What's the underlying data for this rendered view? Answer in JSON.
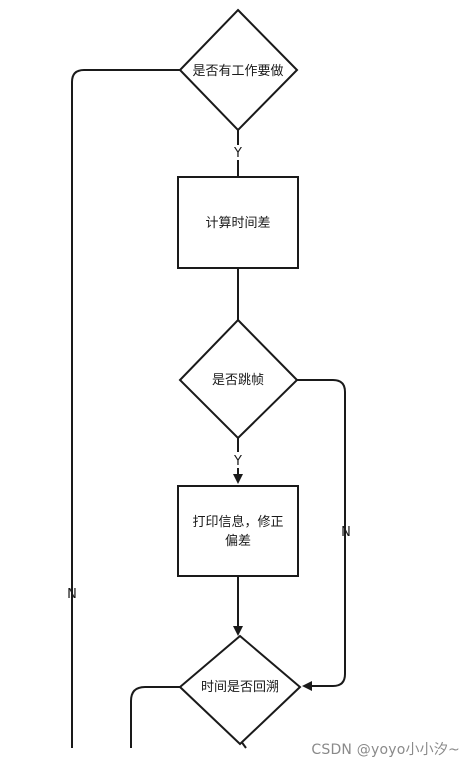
{
  "nodes": {
    "decision_work": "是否有工作要做",
    "process_calc": "计算时间差",
    "decision_skip": "是否跳帧",
    "process_print_line1": "打印信息，修正",
    "process_print_line2": "偏差",
    "decision_rollback": "时间是否回溯"
  },
  "edges": {
    "work_yes": "Y",
    "skip_yes": "Y",
    "skip_no": "N",
    "work_no": "N"
  },
  "watermark": "CSDN @yoyo小小汐~"
}
